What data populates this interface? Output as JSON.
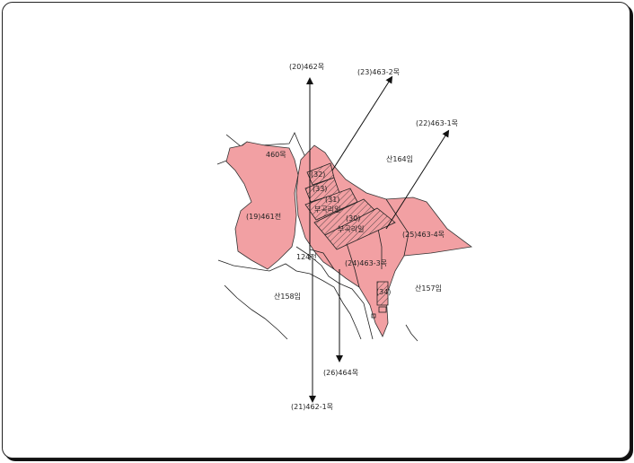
{
  "map": {
    "labels": {
      "arrow_top": "(20)462목",
      "arrow_top_right": "(23)463-2목",
      "arrow_right": "(22)463-1목",
      "arrow_bottom": "(26)464목",
      "arrow_bottom_long": "(21)462-1목",
      "parcel_460": "460목",
      "parcel_461": "(19)461전",
      "parcel_san164": "산164임",
      "parcel_463_4": "(25)463-4목",
      "parcel_463_3": "(24)463-3목",
      "parcel_124": "124전",
      "parcel_san158": "산158임",
      "parcel_san157": "산157임",
      "mark_32": "(32)",
      "mark_33": "(33)",
      "mark_31": "(31)",
      "mark_30": "(30)",
      "mark_34": "(34)",
      "hatch_text_1": "부곡리일",
      "hatch_text_2": "부곡리일"
    },
    "colors": {
      "parcel_fill": "#f2a0a3",
      "line": "#222222"
    }
  }
}
